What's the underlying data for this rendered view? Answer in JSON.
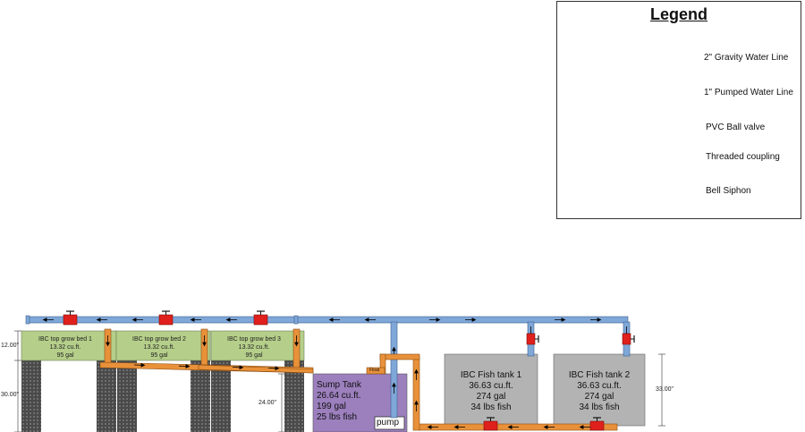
{
  "legend": {
    "title": "Legend",
    "items": [
      {
        "label": "2\" Gravity Water Line",
        "icon": "gravity-line-icon"
      },
      {
        "label": "1\" Pumped Water Line",
        "icon": "pumped-line-icon"
      },
      {
        "label": "PVC Ball valve",
        "icon": "ball-valve-icon"
      },
      {
        "label": "Threaded coupling",
        "icon": "threaded-coupling-icon"
      },
      {
        "label": "Bell Siphon",
        "icon": "bell-siphon-icon"
      }
    ]
  },
  "grow_beds": [
    {
      "name": "IBC top grow bed 1",
      "volume": "13.32 cu.ft.",
      "gallons": "95 gal"
    },
    {
      "name": "IBC top grow bed 2",
      "volume": "13.32 cu.ft.",
      "gallons": "95 gal"
    },
    {
      "name": "IBC top grow bed 3",
      "volume": "13.32 cu.ft.",
      "gallons": "95 gal"
    }
  ],
  "sump": {
    "name": "Sump Tank",
    "volume": "26.64 cu.ft.",
    "gallons": "199 gal",
    "fish": "25 lbs fish",
    "pump_label": "pump",
    "float_label": "Float"
  },
  "fish_tanks": [
    {
      "name": "IBC Fish tank 1",
      "volume": "36.63 cu.ft.",
      "gallons": "274 gal",
      "fish": "34 lbs fish"
    },
    {
      "name": "IBC Fish tank 2",
      "volume": "36.63 cu.ft.",
      "gallons": "274 gal",
      "fish": "34 lbs fish"
    }
  ],
  "dimensions": {
    "grow_bed_height": "12.00\"",
    "stand_height": "30.00\"",
    "sump_height": "24.00\"",
    "fish_tank_height": "33.00\""
  },
  "colors": {
    "gravity_line": "#e8913a",
    "pumped_line": "#7fa7d8",
    "valve": "#e0201c",
    "grow_bed": "#b5cf8a",
    "sump": "#9c7fbd",
    "fish_tank": "#b3b3b3",
    "stand": "#555555"
  }
}
